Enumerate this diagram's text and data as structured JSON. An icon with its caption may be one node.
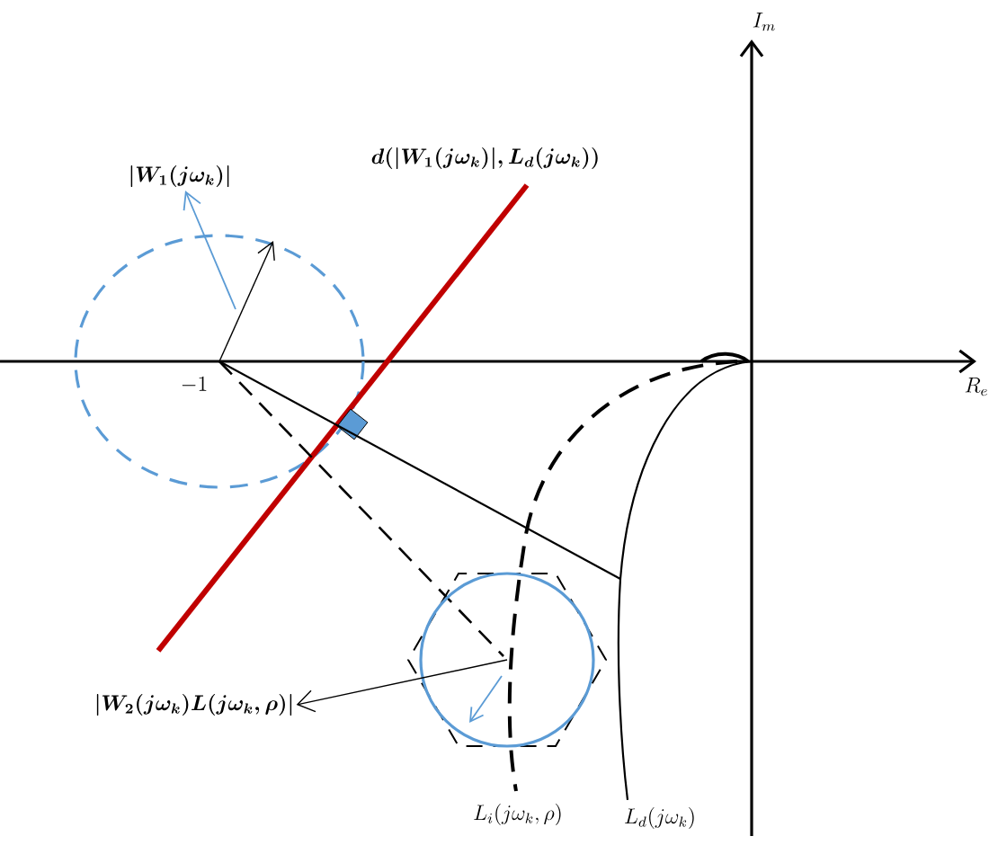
{
  "diagram": {
    "nodes": [
      {
        "text": [
          "|W_2(j\\omega_k)L(j\\omega_k,\\rho)|"
        ]
      },
      {
        "text": [],
        "shape": "circle"
      }
    ],
    "edges": [
      {
        "from": 1,
        "to": 0,
        "arrow": "to"
      }
    ],
    "labels": [
      "I_m",
      "|W_1(j\\omega_k)|",
      "d(|W_1(j\\omega_k)|,L_d(j\\omega_k))",
      "R_e",
      "-1",
      "L_i(j\\omega_k,\\rho)",
      "L_d(j\\omega_k)"
    ]
  }
}
